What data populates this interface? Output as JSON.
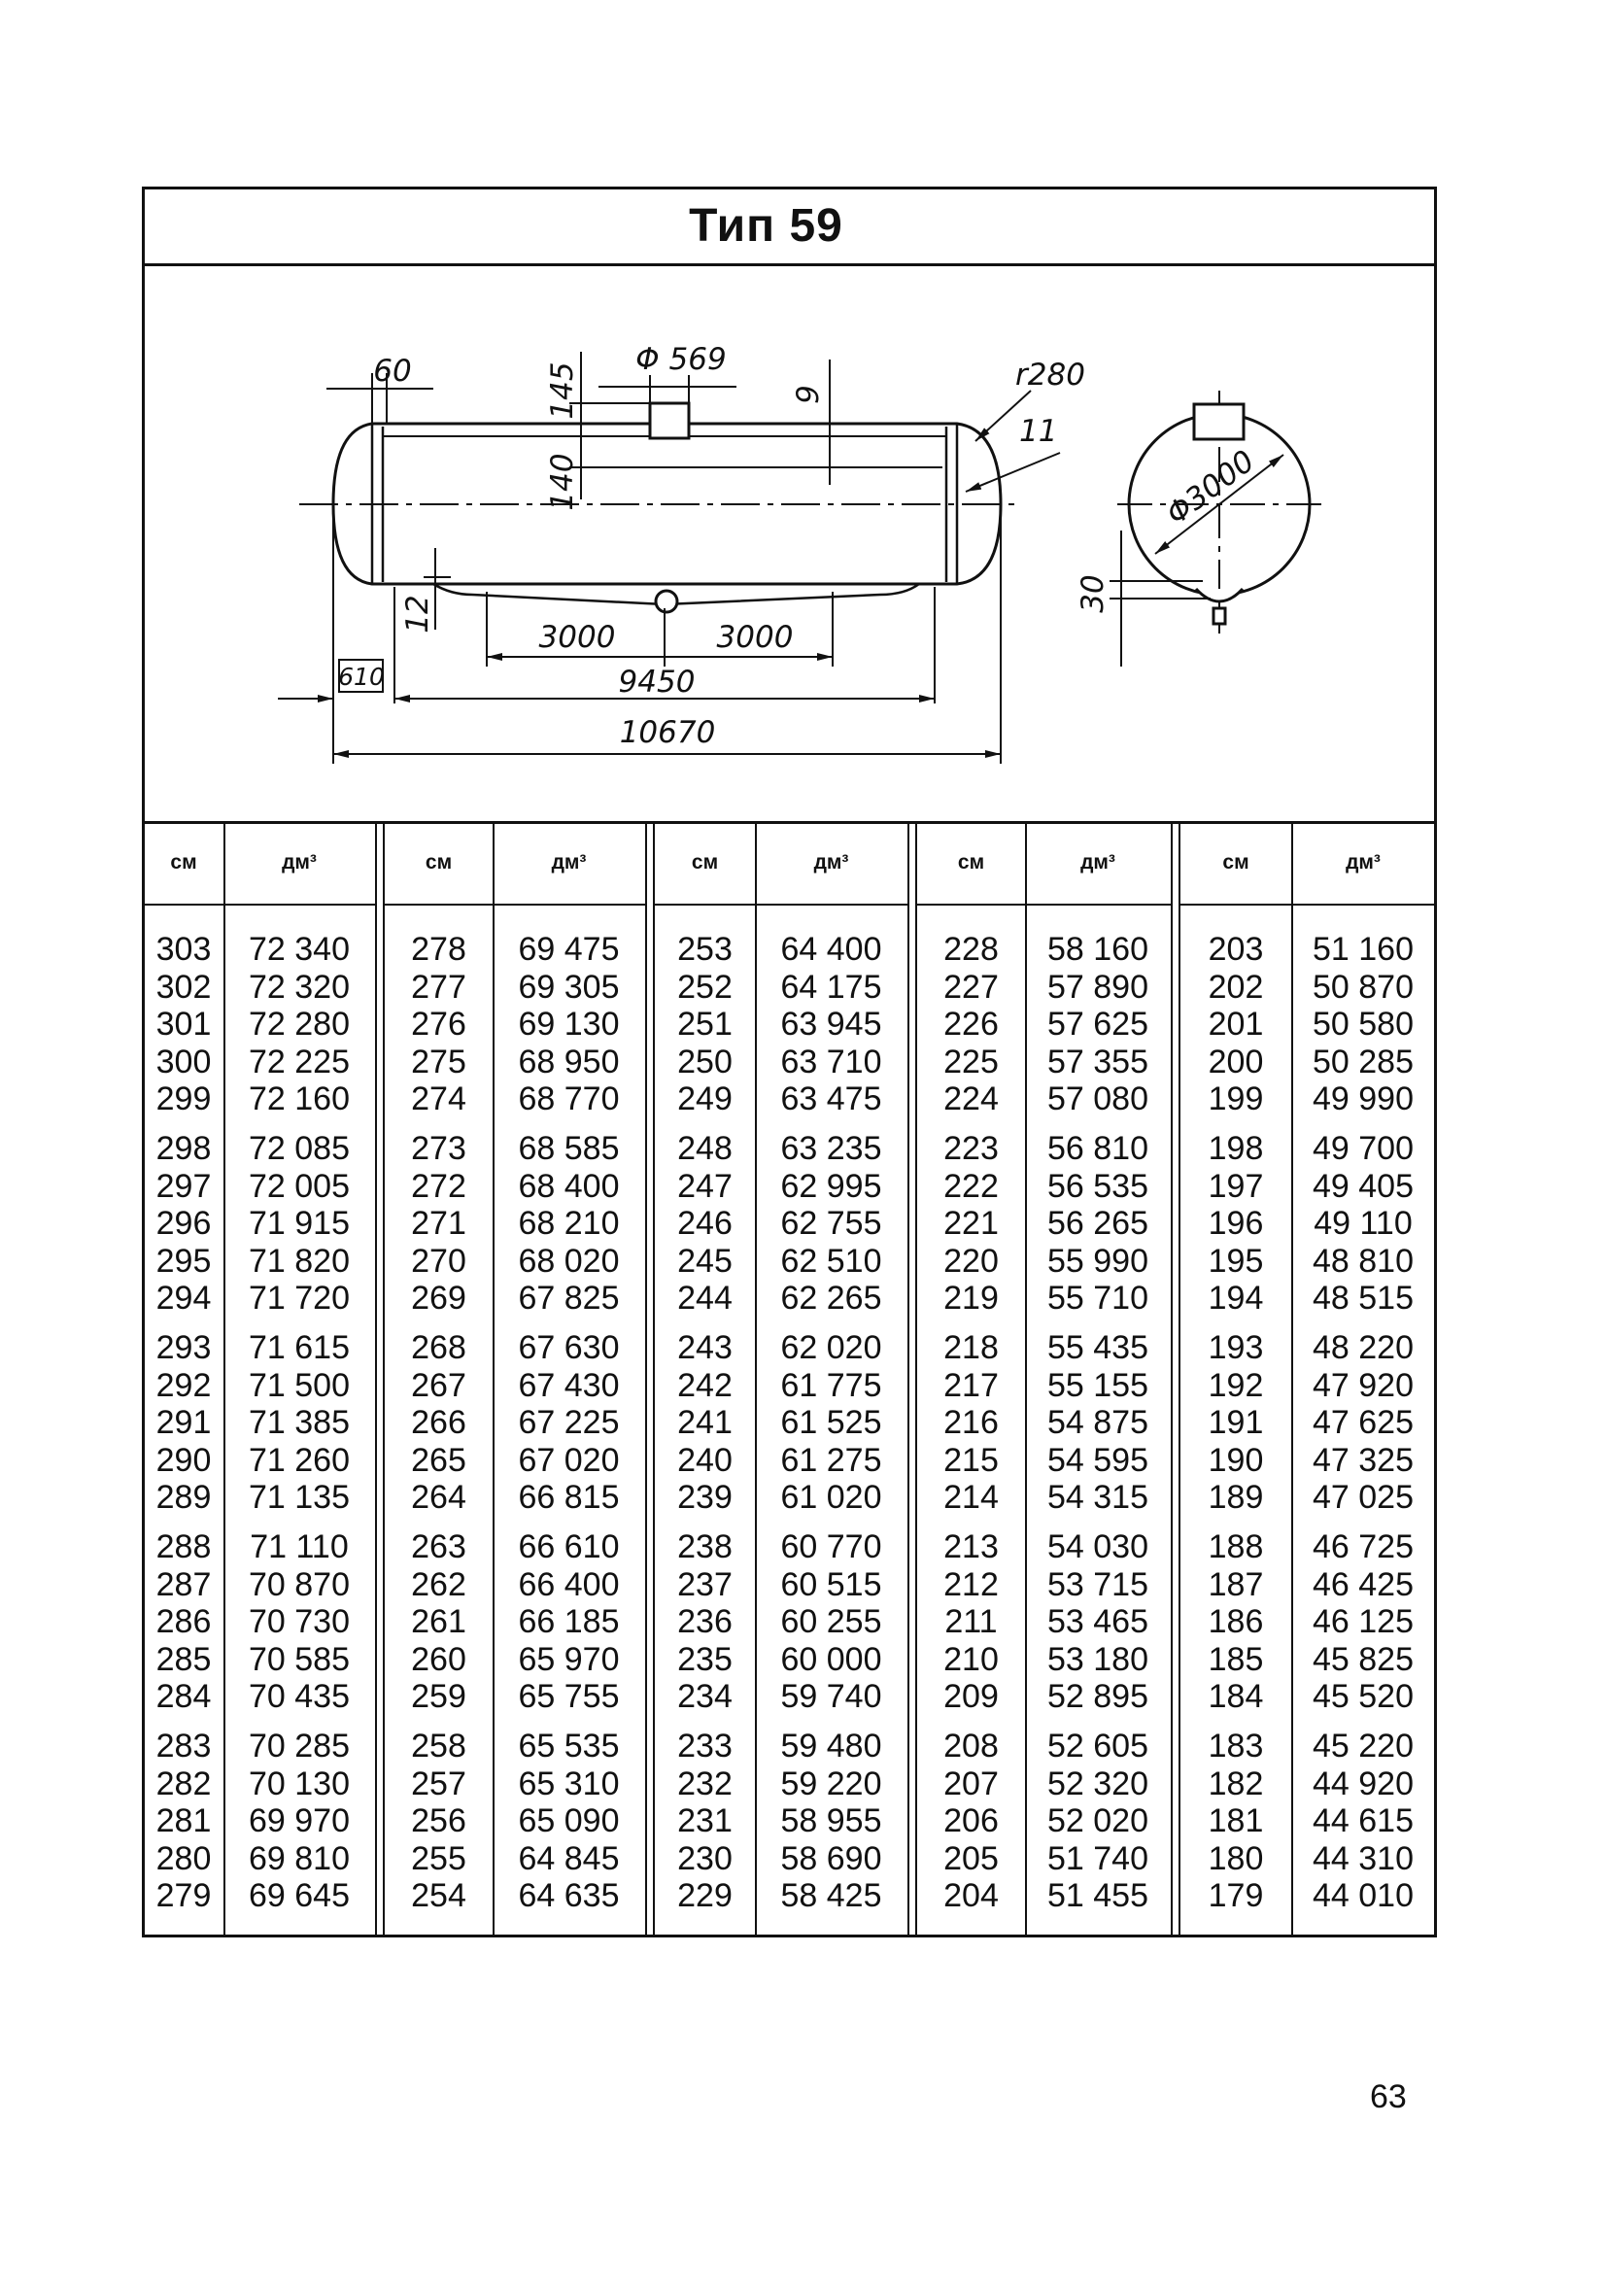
{
  "page": {
    "title": "Тип 59",
    "page_number": "63"
  },
  "drawing": {
    "labels": {
      "dim_60": "60",
      "dim_d569": "Φ 569",
      "dim_145": "145",
      "dim_9": "9",
      "dim_r280": "r280",
      "dim_11": "11",
      "dim_140": "140",
      "dim_12": "12",
      "dim_3000_left": "3000",
      "dim_3000_right": "3000",
      "dim_9450": "9450",
      "dim_610": "610",
      "dim_10670": "10670",
      "dim_d3000": "Φ3000",
      "dim_30": "30"
    }
  },
  "table": {
    "headers": {
      "cm": "см",
      "dm3": "дм³"
    },
    "groups": [
      [
        [
          "303",
          "72 340"
        ],
        [
          "302",
          "72 320"
        ],
        [
          "301",
          "72 280"
        ],
        [
          "300",
          "72 225"
        ],
        [
          "299",
          "72 160"
        ],
        [
          "298",
          "72 085"
        ],
        [
          "297",
          "72 005"
        ],
        [
          "296",
          "71 915"
        ],
        [
          "295",
          "71 820"
        ],
        [
          "294",
          "71 720"
        ],
        [
          "293",
          "71 615"
        ],
        [
          "292",
          "71 500"
        ],
        [
          "291",
          "71 385"
        ],
        [
          "290",
          "71 260"
        ],
        [
          "289",
          "71 135"
        ],
        [
          "288",
          "71 110"
        ],
        [
          "287",
          "70 870"
        ],
        [
          "286",
          "70 730"
        ],
        [
          "285",
          "70 585"
        ],
        [
          "284",
          "70 435"
        ],
        [
          "283",
          "70 285"
        ],
        [
          "282",
          "70 130"
        ],
        [
          "281",
          "69 970"
        ],
        [
          "280",
          "69 810"
        ],
        [
          "279",
          "69 645"
        ]
      ],
      [
        [
          "278",
          "69 475"
        ],
        [
          "277",
          "69 305"
        ],
        [
          "276",
          "69 130"
        ],
        [
          "275",
          "68 950"
        ],
        [
          "274",
          "68 770"
        ],
        [
          "273",
          "68 585"
        ],
        [
          "272",
          "68 400"
        ],
        [
          "271",
          "68 210"
        ],
        [
          "270",
          "68 020"
        ],
        [
          "269",
          "67 825"
        ],
        [
          "268",
          "67 630"
        ],
        [
          "267",
          "67 430"
        ],
        [
          "266",
          "67 225"
        ],
        [
          "265",
          "67 020"
        ],
        [
          "264",
          "66 815"
        ],
        [
          "263",
          "66 610"
        ],
        [
          "262",
          "66 400"
        ],
        [
          "261",
          "66 185"
        ],
        [
          "260",
          "65 970"
        ],
        [
          "259",
          "65 755"
        ],
        [
          "258",
          "65 535"
        ],
        [
          "257",
          "65 310"
        ],
        [
          "256",
          "65 090"
        ],
        [
          "255",
          "64 845"
        ],
        [
          "254",
          "64 635"
        ]
      ],
      [
        [
          "253",
          "64 400"
        ],
        [
          "252",
          "64 175"
        ],
        [
          "251",
          "63 945"
        ],
        [
          "250",
          "63 710"
        ],
        [
          "249",
          "63 475"
        ],
        [
          "248",
          "63 235"
        ],
        [
          "247",
          "62 995"
        ],
        [
          "246",
          "62 755"
        ],
        [
          "245",
          "62 510"
        ],
        [
          "244",
          "62 265"
        ],
        [
          "243",
          "62 020"
        ],
        [
          "242",
          "61 775"
        ],
        [
          "241",
          "61 525"
        ],
        [
          "240",
          "61 275"
        ],
        [
          "239",
          "61 020"
        ],
        [
          "238",
          "60 770"
        ],
        [
          "237",
          "60 515"
        ],
        [
          "236",
          "60 255"
        ],
        [
          "235",
          "60 000"
        ],
        [
          "234",
          "59 740"
        ],
        [
          "233",
          "59 480"
        ],
        [
          "232",
          "59 220"
        ],
        [
          "231",
          "58 955"
        ],
        [
          "230",
          "58 690"
        ],
        [
          "229",
          "58 425"
        ]
      ],
      [
        [
          "228",
          "58 160"
        ],
        [
          "227",
          "57 890"
        ],
        [
          "226",
          "57 625"
        ],
        [
          "225",
          "57 355"
        ],
        [
          "224",
          "57 080"
        ],
        [
          "223",
          "56 810"
        ],
        [
          "222",
          "56 535"
        ],
        [
          "221",
          "56 265"
        ],
        [
          "220",
          "55 990"
        ],
        [
          "219",
          "55 710"
        ],
        [
          "218",
          "55 435"
        ],
        [
          "217",
          "55 155"
        ],
        [
          "216",
          "54 875"
        ],
        [
          "215",
          "54 595"
        ],
        [
          "214",
          "54 315"
        ],
        [
          "213",
          "54 030"
        ],
        [
          "212",
          "53 715"
        ],
        [
          "211",
          "53 465"
        ],
        [
          "210",
          "53 180"
        ],
        [
          "209",
          "52 895"
        ],
        [
          "208",
          "52 605"
        ],
        [
          "207",
          "52 320"
        ],
        [
          "206",
          "52 020"
        ],
        [
          "205",
          "51 740"
        ],
        [
          "204",
          "51 455"
        ]
      ],
      [
        [
          "203",
          "51 160"
        ],
        [
          "202",
          "50 870"
        ],
        [
          "201",
          "50 580"
        ],
        [
          "200",
          "50 285"
        ],
        [
          "199",
          "49 990"
        ],
        [
          "198",
          "49 700"
        ],
        [
          "197",
          "49 405"
        ],
        [
          "196",
          "49 110"
        ],
        [
          "195",
          "48 810"
        ],
        [
          "194",
          "48 515"
        ],
        [
          "193",
          "48 220"
        ],
        [
          "192",
          "47 920"
        ],
        [
          "191",
          "47 625"
        ],
        [
          "190",
          "47 325"
        ],
        [
          "189",
          "47 025"
        ],
        [
          "188",
          "46 725"
        ],
        [
          "187",
          "46 425"
        ],
        [
          "186",
          "46 125"
        ],
        [
          "185",
          "45 825"
        ],
        [
          "184",
          "45 520"
        ],
        [
          "183",
          "45 220"
        ],
        [
          "182",
          "44 920"
        ],
        [
          "181",
          "44 615"
        ],
        [
          "180",
          "44 310"
        ],
        [
          "179",
          "44 010"
        ]
      ]
    ]
  }
}
